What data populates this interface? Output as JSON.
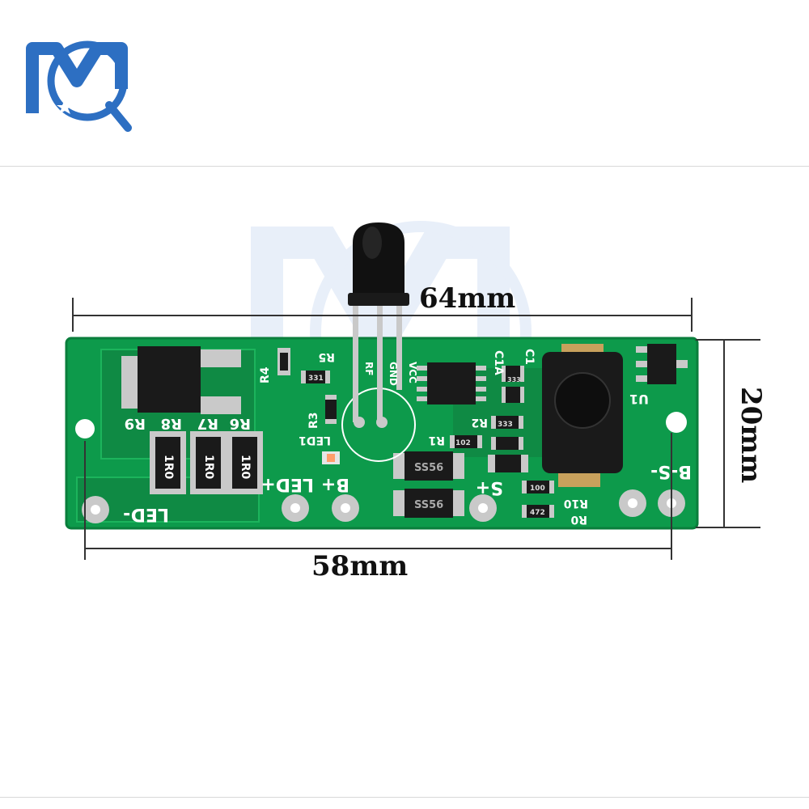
{
  "logo": {
    "text": "M Q",
    "icon": "mq-logo-icon"
  },
  "dimensions": {
    "length_outer": "64mm",
    "length_holes": "58mm",
    "width": "20mm"
  },
  "pcb": {
    "silkscreen": {
      "resistors": [
        "R9",
        "R8",
        "R7",
        "R6",
        "R5",
        "R4",
        "R3",
        "R2",
        "R1",
        "R10",
        "R0"
      ],
      "caps": [
        "C1A",
        "C1"
      ],
      "ic": "U1",
      "led": "LED1",
      "sensor_pins": [
        "RF",
        "GND",
        "VCC"
      ],
      "power_resistor_marking": "1R0",
      "chip_marking_333": "333",
      "chip_marking_331": "331",
      "chip_marking_100": "100",
      "chip_marking_472": "472",
      "chip_marking_102": "102",
      "diode_marking": "SS56",
      "pads": {
        "led_minus": "LED-",
        "led_plus": "LED+",
        "b_plus": "B+",
        "s_plus": "S+",
        "b_s": "B-S-"
      }
    },
    "colors": {
      "board": "#0d9a4b",
      "board_dark": "#0a7e3c",
      "pad": "#c9c9c9",
      "component": "#1a1a1a"
    }
  }
}
